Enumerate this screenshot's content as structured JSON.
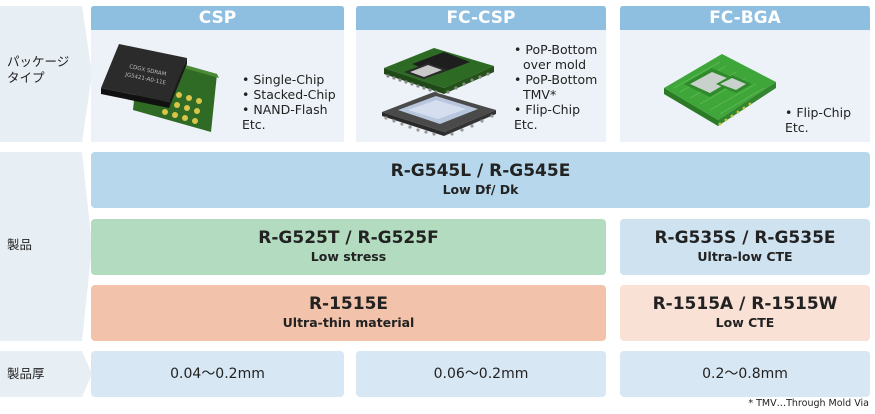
{
  "row_labels": {
    "package_type": "パッケージ\nタイプ",
    "products": "製品",
    "thickness": "製品厚"
  },
  "columns": [
    {
      "header": "CSP",
      "bullets": [
        "Single-Chip",
        "Stacked-Chip",
        "NAND-Flash"
      ],
      "etc": "Etc.",
      "chip_text": [
        "CDGX SDRAM",
        "JG5421-A0-11E"
      ]
    },
    {
      "header": "FC-CSP",
      "bullets": [
        "PoP-Bottom",
        "over mold",
        "PoP-Bottom",
        "TMV*",
        "Flip-Chip"
      ],
      "bullet_dots": [
        true,
        false,
        true,
        false,
        true
      ],
      "etc": "Etc."
    },
    {
      "header": "FC-BGA",
      "bullets": [
        "Flip-Chip"
      ],
      "etc": "Etc."
    }
  ],
  "products": {
    "p1": {
      "name": "R-G545L / R-G545E",
      "sub": "Low Df/ Dk",
      "color": "#b7d8ec"
    },
    "p2": {
      "name": "R-G525T / R-G525F",
      "sub": "Low stress",
      "color": "#b3dbbf"
    },
    "p3": {
      "name": "R-G535S / R-G535E",
      "sub": "Ultra-low CTE",
      "color": "#cfe2f0"
    },
    "p4": {
      "name": "R-1515E",
      "sub": "Ultra-thin material",
      "color": "#f2c3aa"
    },
    "p5": {
      "name": "R-1515A / R-1515W",
      "sub": "Low CTE",
      "color": "#f9e1d6"
    }
  },
  "thickness": [
    "0.04～0.2mm",
    "0.06～0.2mm",
    "0.2～0.8mm"
  ],
  "footnote": "* TMV…Through Mold Via",
  "colors": {
    "header": "#8fbfe0",
    "column_bg": "#ecf2f7",
    "label_bg": "#e7eef4"
  }
}
